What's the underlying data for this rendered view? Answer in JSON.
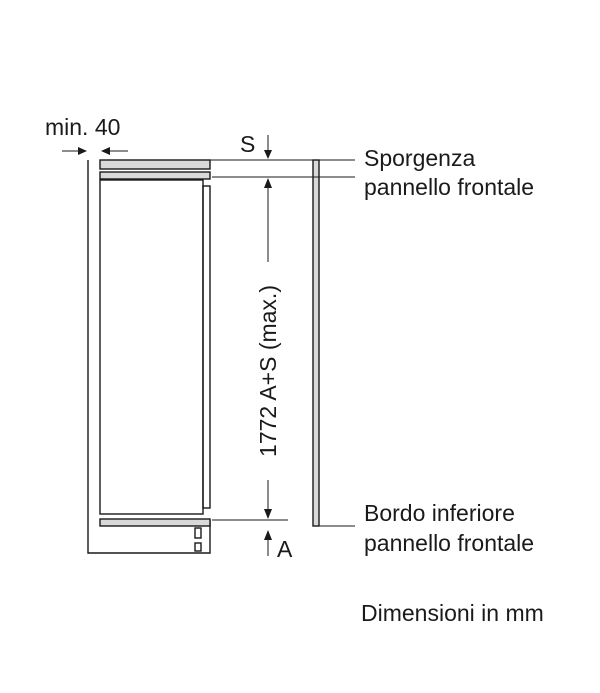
{
  "labels": {
    "min_gap": "min. 40",
    "s_symbol": "S",
    "a_symbol": "A",
    "height_dimension": "1772 A+S (max.)",
    "top_label_line1": "Sporgenza",
    "top_label_line2": "pannello frontale",
    "bottom_label_line1": "Bordo inferiore",
    "bottom_label_line2": "pannello frontale",
    "units_note": "Dimensioni in mm"
  },
  "colors": {
    "line": "#1a1a1a",
    "panel_fill": "#d9d9d9",
    "background": "#ffffff"
  }
}
